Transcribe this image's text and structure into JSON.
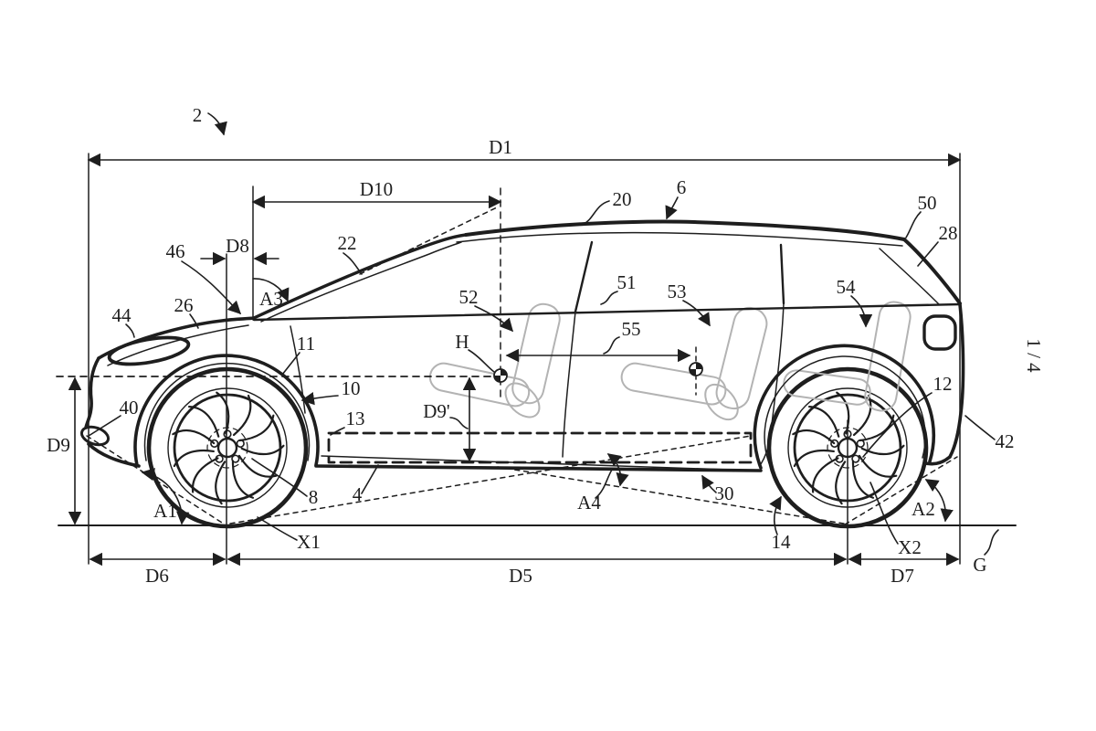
{
  "sheet": {
    "page": "1 / 4"
  },
  "figure": {
    "ref": "2"
  },
  "dims": {
    "d1": "D1",
    "d5": "D5",
    "d6": "D6",
    "d7": "D7",
    "d8": "D8",
    "d9": "D9",
    "d9p": "D9'",
    "d10": "D10",
    "s55": "55"
  },
  "angles": {
    "a1": "A1",
    "a2": "A2",
    "a3": "A3",
    "a4": "A4"
  },
  "points": {
    "h": "H",
    "x1": "X1",
    "x2": "X2",
    "g": "G"
  },
  "refs": {
    "r4": "4",
    "r6": "6",
    "r8": "8",
    "r10": "10",
    "r11": "11",
    "r12": "12",
    "r13": "13",
    "r14": "14",
    "r20": "20",
    "r22": "22",
    "r26": "26",
    "r28": "28",
    "r30": "30",
    "r40": "40",
    "r42": "42",
    "r44": "44",
    "r46": "46",
    "r50": "50",
    "r51": "51",
    "r52": "52",
    "r53": "53",
    "r54": "54"
  }
}
